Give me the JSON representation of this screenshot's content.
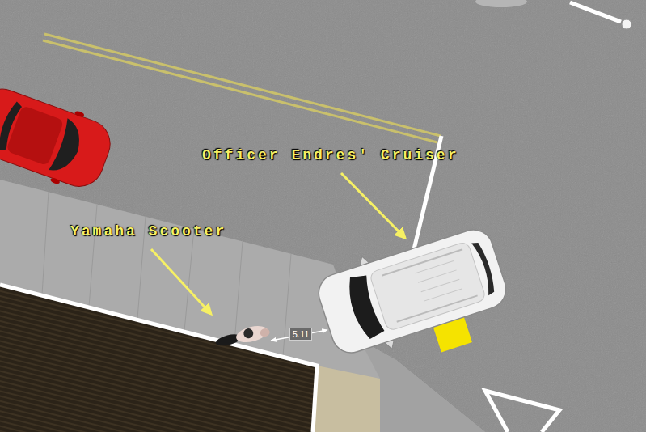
{
  "diagram": {
    "labels": [
      "Officer Endres' Cruiser",
      "Yamaha Scooter",
      "5.11"
    ]
  }
}
